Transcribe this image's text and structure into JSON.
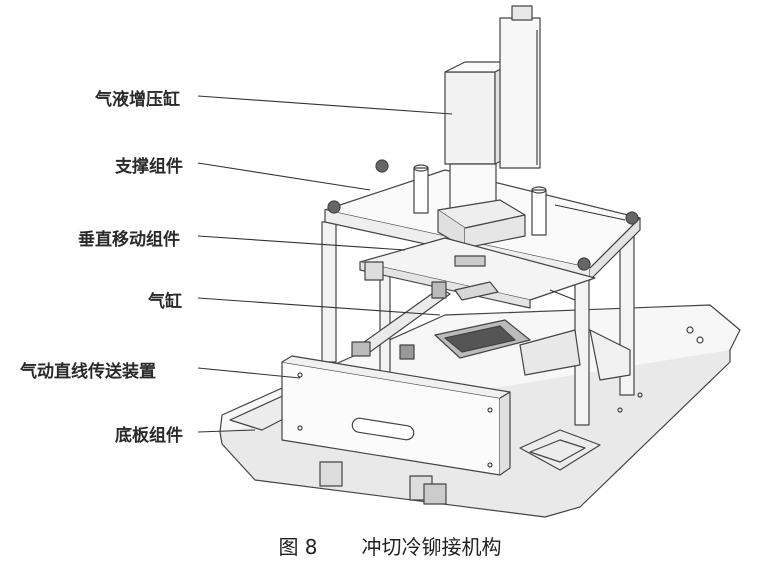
{
  "labels": {
    "booster_cylinder": "气液增压缸",
    "support_assembly": "支撑组件",
    "vertical_move_assembly": "垂直移动组件",
    "cylinder": "气缸",
    "linear_transfer_device": "气动直线传送装置",
    "base_plate_assembly": "底板组件"
  },
  "caption": {
    "number": "图 8",
    "title": "冲切冷铆接机构"
  }
}
